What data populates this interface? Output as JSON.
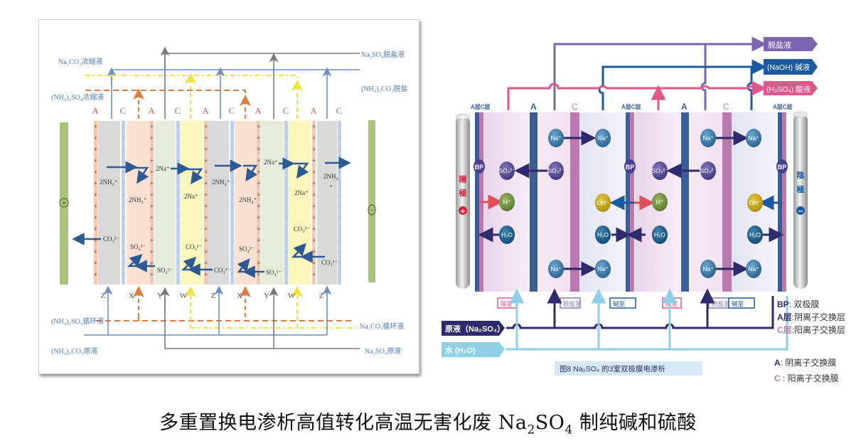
{
  "caption": {
    "prefix": "多重置换电渗析高值转化高温无害化废 ",
    "chem_a": "Na",
    "sub_a": "2",
    "chem_b": "SO",
    "sub_b": "4",
    "suffix": " 制纯碱和硫酸"
  },
  "left_diagram": {
    "streams_top": {
      "na2co3_concentrate": "Na₂CO₃浓缩液",
      "nh4_2so4_concentrate": "(NH₄)₂SO₄浓缩液",
      "na2so4_desalted": "Na₂SO₄脱盐液",
      "nh4_2co3_desalted": "(NH₄)₂CO₃脱盐"
    },
    "streams_bottom": {
      "nh4_2so4_circulating": "(NH₄)₂SO₄循环液",
      "nh4_2co3_raw": "(NH₄)₂CO₃原液",
      "na2co3_circulating": "Na₂CO₃循环液",
      "na2so4_raw": "Na₂SO₄原液"
    },
    "membrane_labels": [
      "A",
      "C",
      "A",
      "C",
      "A",
      "C",
      "A",
      "C",
      "A",
      "C"
    ],
    "channel_labels": [
      "Z",
      "X",
      "Y",
      "W",
      "Z",
      "X",
      "Y",
      "W",
      "Z"
    ],
    "anode_symbol": "+",
    "cathode_symbol": "−",
    "ions": {
      "nh4_a": "2NH₄⁺",
      "nh4_b": "2NH₄⁺",
      "na_a": "2Na⁺",
      "na_b": "2Na⁺",
      "nh4_c": "2NH₄⁺",
      "nh4_d": "2NH₄⁺",
      "na_c": "2Na⁺",
      "na_d": "2Na⁺",
      "nh4_e": "2NH₄",
      "nh4_e_dot": "⁺",
      "co3_a": "CO₃²⁻",
      "so4_a": "SO₄²⁻",
      "so4_b": "SO₄²⁻",
      "co3_b": "CO₃²⁻",
      "co3_c": "CO₃²⁻",
      "so4_c": "SO₄²⁻",
      "so4_d": "SO₄²⁻",
      "co3_d": "CO₃²⁻",
      "co3_e": "CO₃²⁻"
    }
  },
  "right_diagram": {
    "outputs": {
      "desalted": "脱盐液",
      "base": "(NaOH) 碱液",
      "acid": "(H₂SO₄) 酸液"
    },
    "membrane_labels": {
      "ac_layer": "A层C层",
      "a": "A",
      "c": "C"
    },
    "electrodes": {
      "anode": "陽極",
      "cathode": "陰極",
      "anode_sign": "+",
      "cathode_sign": "−"
    },
    "bp_label": "BP",
    "ions": {
      "na": "Na⁺",
      "so4": "SO₄²⁻",
      "h": "H⁺",
      "oh": "OH⁻",
      "h2o": "H₂O"
    },
    "chambers": {
      "acid": "酸室",
      "desalt": "脱盐室",
      "base": "碱室"
    },
    "inputs": {
      "raw": "原液（Na₂SO₄）",
      "water": "水 (H₂O)"
    },
    "figure_caption": "图8 Na₂SO₄ 的3室双极膜电渗析",
    "legend": {
      "bp_key": "BP",
      "bp_desc": ": 双极膜",
      "a_layer_key": "A层",
      "a_layer_desc": ":阴离子交换层",
      "c_layer_key": "C层",
      "c_layer_desc": ":阳离子交换层",
      "a_key": "A",
      "a_desc": ": 阴离子交换膜",
      "c_key": "C",
      "c_desc": " : 阳离子交换膜"
    },
    "colors": {
      "purple": "#7b65b0",
      "navy": "#1c5aa0",
      "pink": "#e0578a",
      "dark_navy": "#2f2a6e",
      "light_blue": "#8fd0e6",
      "membrane_a": "#3a5f95",
      "membrane_c": "#b87aad"
    }
  }
}
